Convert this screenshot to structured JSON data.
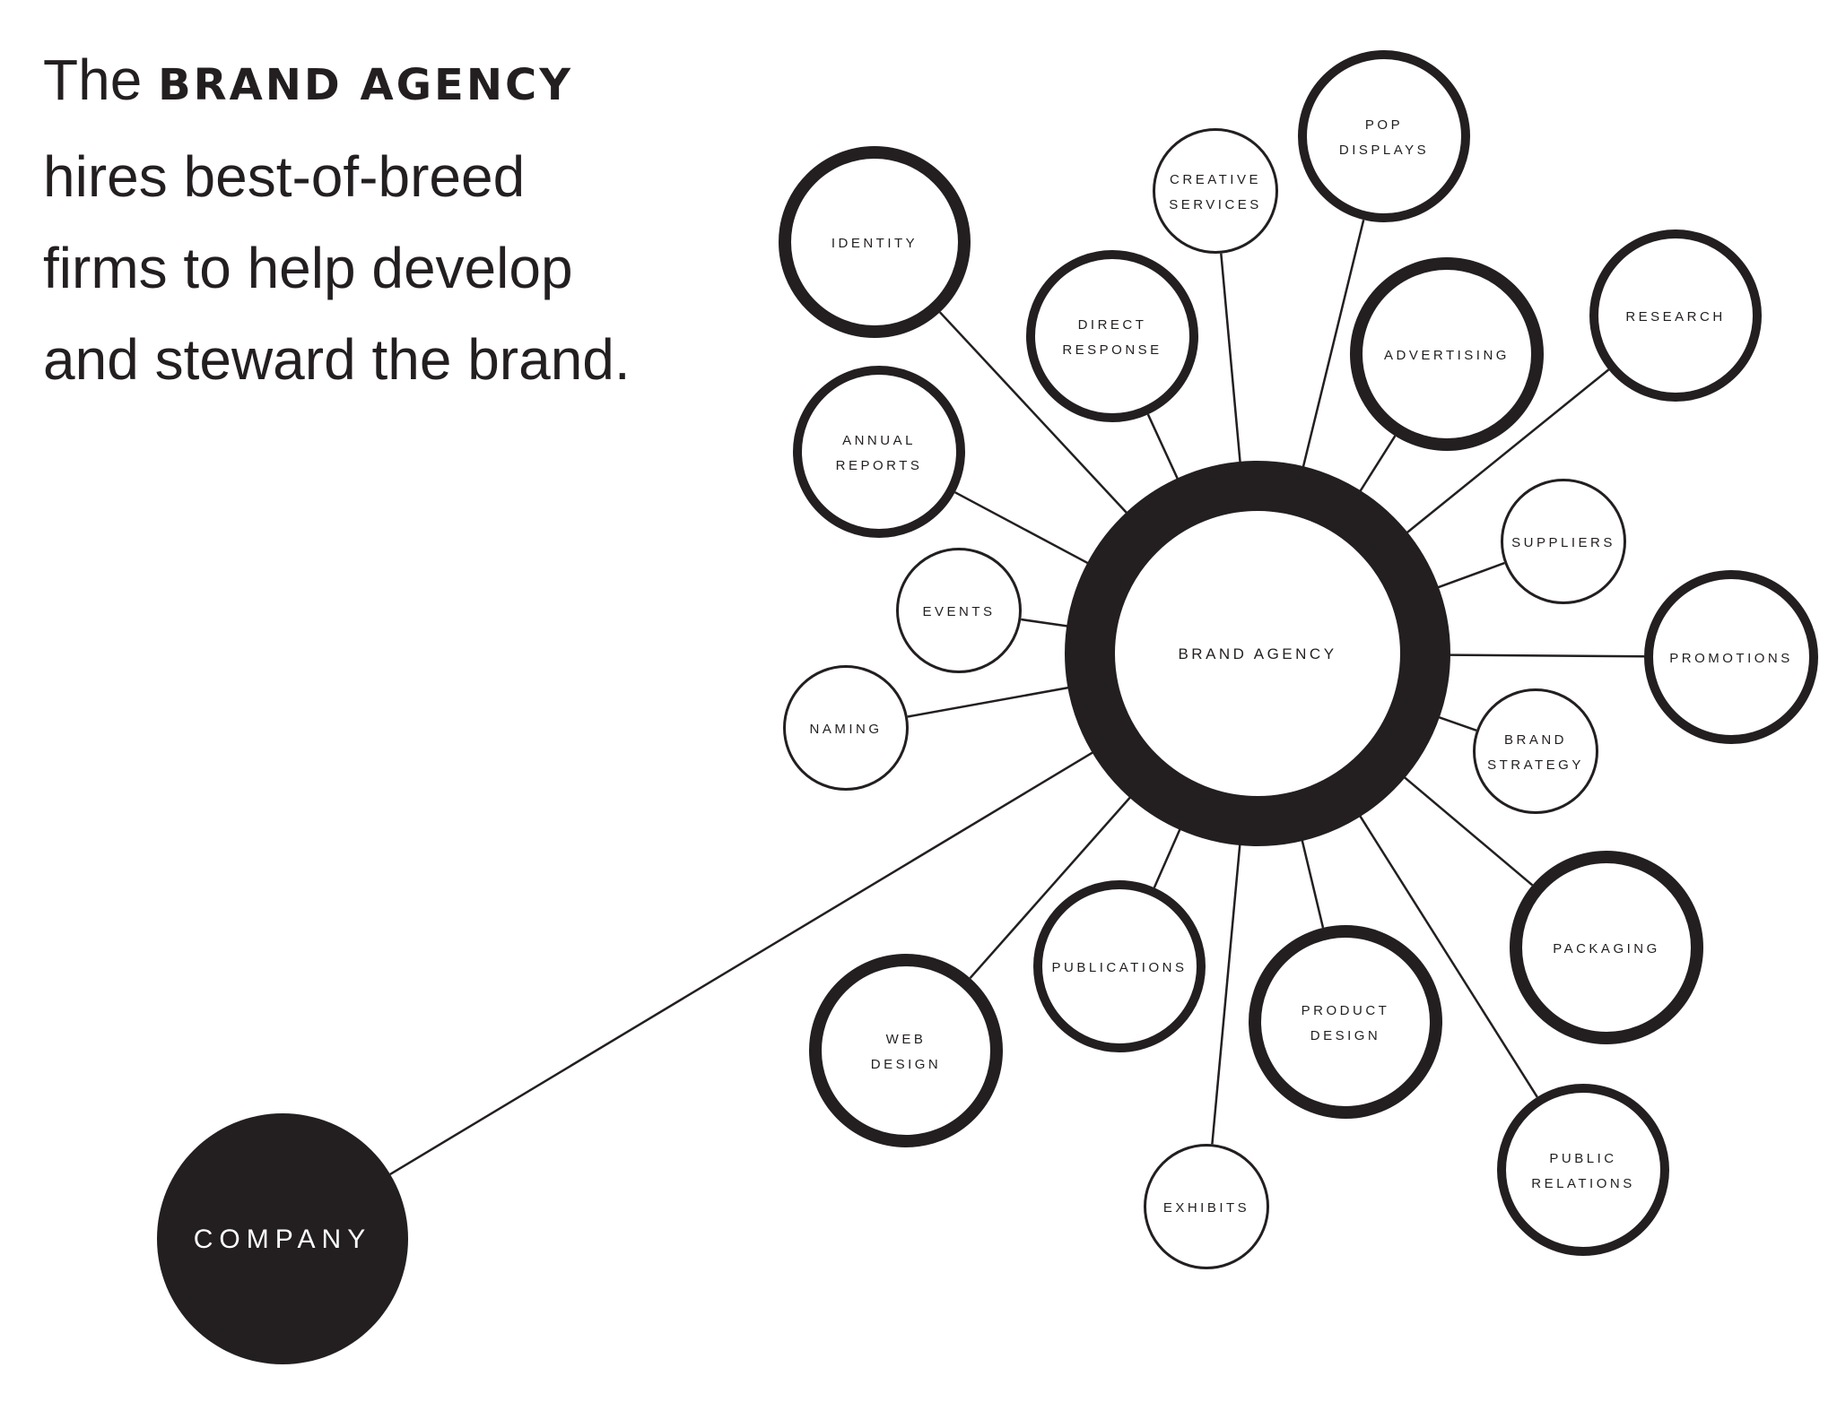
{
  "headline": {
    "prefix": "The ",
    "emphasis": "BRAND AGENCY",
    "line2": "hires best-of-breed",
    "line3": "firms to help develop",
    "line4": "and steward the brand."
  },
  "colors": {
    "ink": "#231f20",
    "background": "#ffffff",
    "company_text": "#ffffff"
  },
  "hub": {
    "label": "BRAND AGENCY"
  },
  "company": {
    "label": "COMPANY"
  },
  "firms": [
    {
      "id": "identity",
      "lines": [
        "IDENTITY"
      ],
      "weight": "heavy"
    },
    {
      "id": "creative-services",
      "lines": [
        "CREATIVE",
        "SERVICES"
      ],
      "weight": "light"
    },
    {
      "id": "pop-displays",
      "lines": [
        "POP",
        "DISPLAYS"
      ],
      "weight": "medium"
    },
    {
      "id": "direct-response",
      "lines": [
        "DIRECT",
        "RESPONSE"
      ],
      "weight": "medium"
    },
    {
      "id": "advertising",
      "lines": [
        "ADVERTISING"
      ],
      "weight": "heavy"
    },
    {
      "id": "research",
      "lines": [
        "RESEARCH"
      ],
      "weight": "medium"
    },
    {
      "id": "annual-reports",
      "lines": [
        "ANNUAL",
        "REPORTS"
      ],
      "weight": "medium"
    },
    {
      "id": "suppliers",
      "lines": [
        "SUPPLIERS"
      ],
      "weight": "light"
    },
    {
      "id": "events",
      "lines": [
        "EVENTS"
      ],
      "weight": "light"
    },
    {
      "id": "promotions",
      "lines": [
        "PROMOTIONS"
      ],
      "weight": "medium"
    },
    {
      "id": "naming",
      "lines": [
        "NAMING"
      ],
      "weight": "light"
    },
    {
      "id": "brand-strategy",
      "lines": [
        "BRAND",
        "STRATEGY"
      ],
      "weight": "light"
    },
    {
      "id": "packaging",
      "lines": [
        "PACKAGING"
      ],
      "weight": "heavy"
    },
    {
      "id": "publications",
      "lines": [
        "PUBLICATIONS"
      ],
      "weight": "medium"
    },
    {
      "id": "product-design",
      "lines": [
        "PRODUCT",
        "DESIGN"
      ],
      "weight": "heavy"
    },
    {
      "id": "web-design",
      "lines": [
        "WEB",
        "DESIGN"
      ],
      "weight": "heavy"
    },
    {
      "id": "public-relations",
      "lines": [
        "PUBLIC",
        "RELATIONS"
      ],
      "weight": "medium"
    },
    {
      "id": "exhibits",
      "lines": [
        "EXHIBITS"
      ],
      "weight": "light"
    }
  ]
}
